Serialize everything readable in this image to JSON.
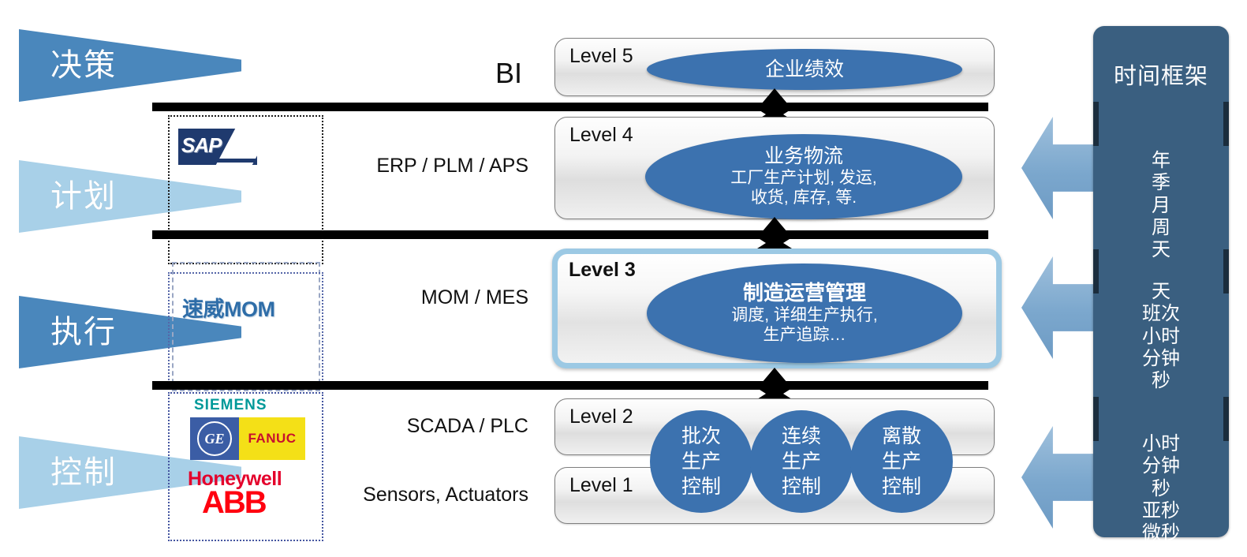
{
  "banners": [
    {
      "label": "决策",
      "color": "#4A87BC"
    },
    {
      "label": "计划",
      "color": "#A8D0E8"
    },
    {
      "label": "执行",
      "color": "#4A87BC"
    },
    {
      "label": "控制",
      "color": "#A8D0E8"
    }
  ],
  "vendor_logos": {
    "sap": "SAP",
    "mom": "速威MOM",
    "siemens": "SIEMENS",
    "ge": "GE",
    "fanuc": "FANUC",
    "honeywell": "Honeywell",
    "abb": "ABB"
  },
  "layer_labels": {
    "bi": "BI",
    "erp": "ERP / PLM / APS",
    "mom": "MOM / MES",
    "scada": "SCADA  / PLC",
    "sensors": "Sensors, Actuators"
  },
  "levels": [
    {
      "name": "Level 5",
      "title": "企业绩效",
      "subtitle": "",
      "highlighted": false
    },
    {
      "name": "Level 4",
      "title": "业务物流",
      "subtitle": "工厂生产计划, 发运,\n收货, 库存, 等.",
      "highlighted": false
    },
    {
      "name": "Level 3",
      "title": "制造运营管理",
      "subtitle": "调度, 详细生产执行,\n生产追踪…",
      "highlighted": true
    },
    {
      "name": "Level 2",
      "title": "",
      "subtitle": "",
      "highlighted": false
    },
    {
      "name": "Level 1",
      "title": "",
      "subtitle": "",
      "highlighted": false
    }
  ],
  "control_circles": [
    {
      "l1": "批次",
      "l2": "生产",
      "l3": "控制"
    },
    {
      "l1": "连续",
      "l2": "生产",
      "l3": "控制"
    },
    {
      "l1": "离散",
      "l2": "生产",
      "l3": "控制"
    }
  ],
  "time_panel": {
    "title": "时间框架",
    "groups": [
      {
        "items": "年\n季\n月\n周\n天"
      },
      {
        "items": "天\n班次\n小时\n分钟\n秒"
      },
      {
        "items": "小时\n分钟\n秒\n亚秒\n微秒"
      }
    ]
  },
  "colors": {
    "ellipse_blue": "#3C72AF",
    "panel_blue": "#3A5F80",
    "banner_dark": "#4A87BC",
    "banner_light": "#A8D0E8",
    "highlight_border": "#9CC9E4",
    "arrow_blue": "#7BA7CD"
  }
}
